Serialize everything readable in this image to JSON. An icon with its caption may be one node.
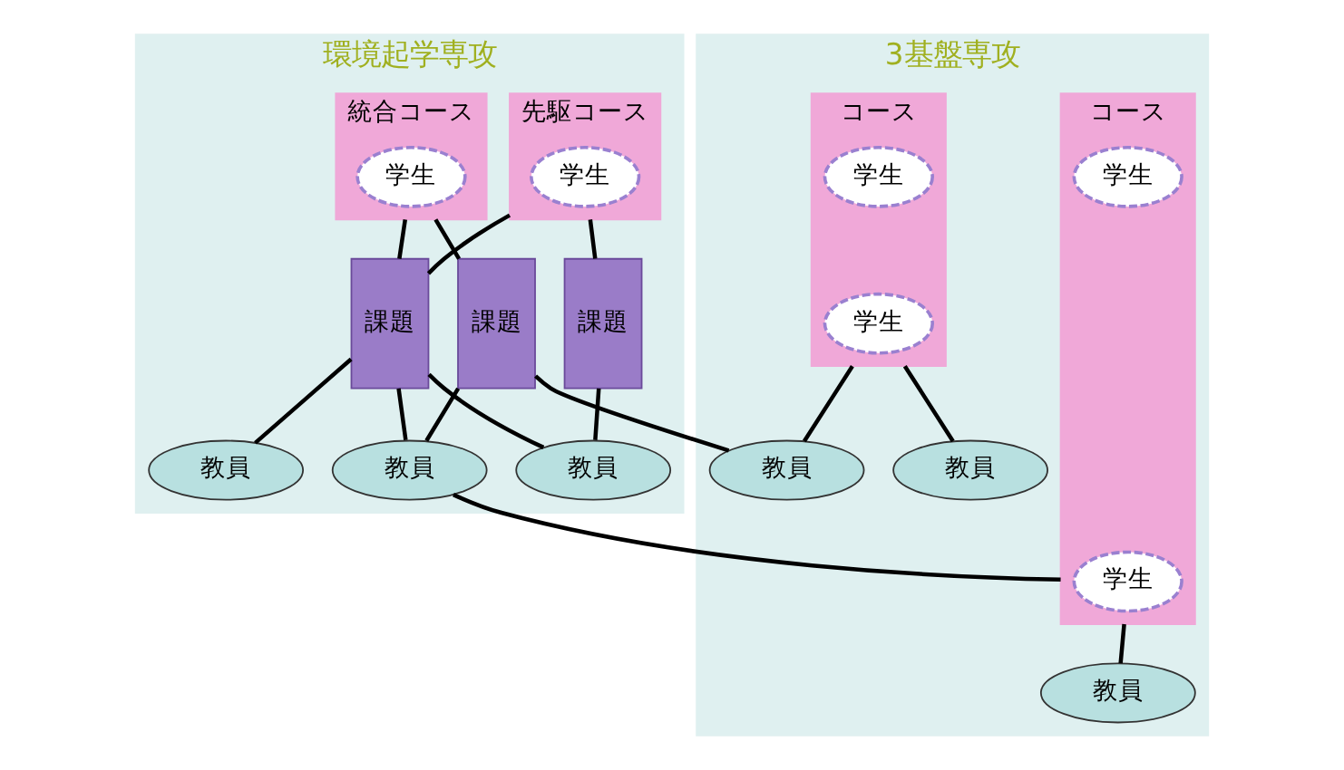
{
  "diagram": {
    "nodes": [
      {
        "text": [
          "環境起学専攻"
        ]
      },
      {
        "text": [
          "先駆コース"
        ],
        "in": 0
      },
      {
        "text": [
          "学生"
        ],
        "in": 1
      },
      {
        "text": [
          "統合コース"
        ],
        "in": 0
      },
      {
        "text": [
          "学生"
        ],
        "in": 3
      },
      {
        "text": [
          "課題"
        ],
        "in": 0
      },
      {
        "text": [
          "課題"
        ],
        "in": 0
      },
      {
        "text": [
          "課題"
        ],
        "in": 0
      },
      {
        "text": [
          "教員"
        ],
        "in": 0
      },
      {
        "text": [
          "教員"
        ],
        "in": 0
      },
      {
        "text": [
          "教員"
        ],
        "in": 0
      },
      {
        "text": [
          "3基盤専攻"
        ]
      },
      {
        "text": [
          "コース"
        ],
        "in": 11
      },
      {
        "text": [
          "学生"
        ],
        "in": 12
      },
      {
        "text": [
          "学生"
        ],
        "in": 12
      },
      {
        "text": [
          "コース"
        ],
        "in": 11
      },
      {
        "text": [
          "学生"
        ],
        "in": 15
      },
      {
        "text": [
          "学生"
        ],
        "in": 15
      },
      {
        "text": [
          "教員"
        ],
        "in": 11
      },
      {
        "text": [
          "教員"
        ],
        "in": 11
      },
      {
        "text": [
          "教員"
        ],
        "in": 11
      }
    ],
    "edges": [
      {
        "from": 1,
        "to": 5,
        "arrow": "none"
      },
      {
        "from": 1,
        "to": 6,
        "arrow": "none"
      },
      {
        "from": 3,
        "to": 6,
        "arrow": "none"
      },
      {
        "from": 3,
        "to": 7,
        "arrow": "none"
      },
      {
        "from": 5,
        "to": 8,
        "arrow": "none"
      },
      {
        "from": 6,
        "to": 8,
        "arrow": "none"
      },
      {
        "from": 6,
        "to": 9,
        "arrow": "none"
      },
      {
        "from": 6,
        "to": 10,
        "arrow": "none"
      },
      {
        "from": 7,
        "to": 10,
        "arrow": "none"
      },
      {
        "from": 7,
        "to": 19,
        "arrow": "none"
      },
      {
        "from": 10,
        "to": 12,
        "arrow": "none"
      },
      {
        "from": 12,
        "to": 18,
        "arrow": "none"
      },
      {
        "from": 15,
        "to": 19,
        "arrow": "none"
      },
      {
        "from": 15,
        "to": 20,
        "arrow": "none"
      }
    ]
  }
}
